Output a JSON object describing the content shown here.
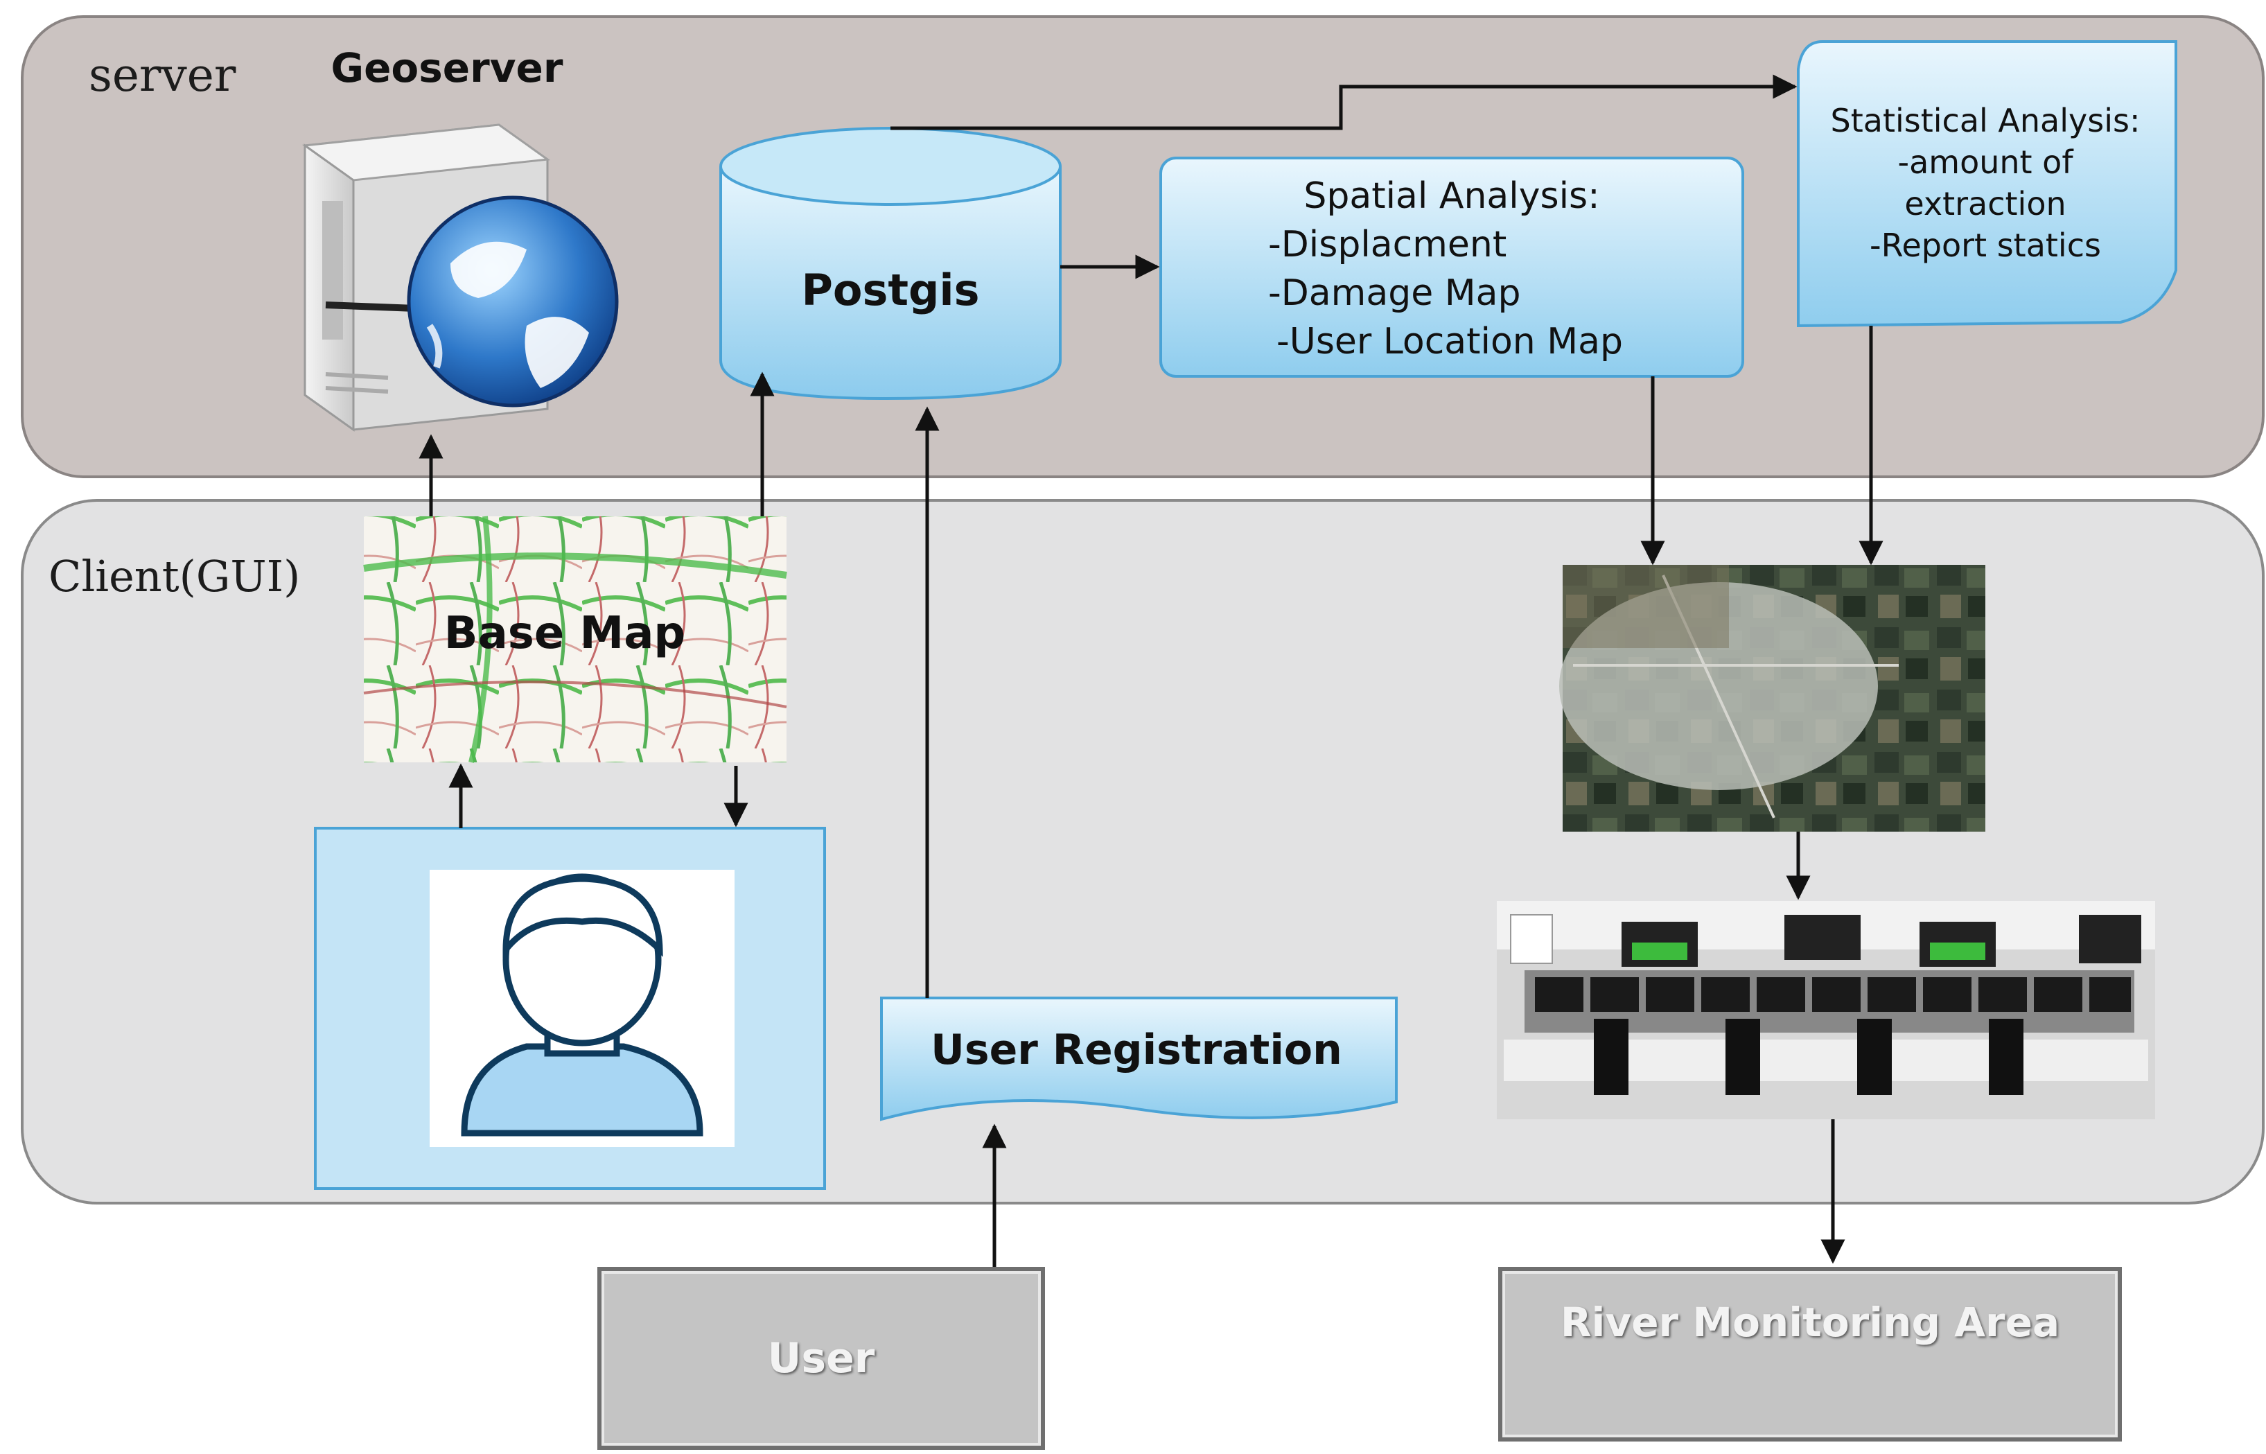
{
  "server": {
    "label": "server",
    "geoserver_label": "Geoserver",
    "postgis_label": "Postgis",
    "spatial_analysis": {
      "title": "Spatial Analysis:",
      "items": [
        "-Displacment",
        "-Damage Map",
        "-User Location Map"
      ]
    },
    "statistical_analysis": {
      "lines": [
        "Statistical Analysis:",
        "-amount of",
        "extraction",
        "-Report statics"
      ]
    }
  },
  "client": {
    "label": "Client(GUI)",
    "base_map_label": "Base Map",
    "user_registration_label": "User Registration"
  },
  "external": {
    "user_label": "User",
    "river_label": "River Monitoring Area"
  },
  "icons": {
    "geoserver": "server-globe-icon",
    "user": "user-avatar-icon"
  },
  "colors": {
    "server_band": "#cbc3c1",
    "client_band": "#e2e2e3",
    "box_fill": "#bfe3f4",
    "box_border": "#4aa3d6"
  }
}
